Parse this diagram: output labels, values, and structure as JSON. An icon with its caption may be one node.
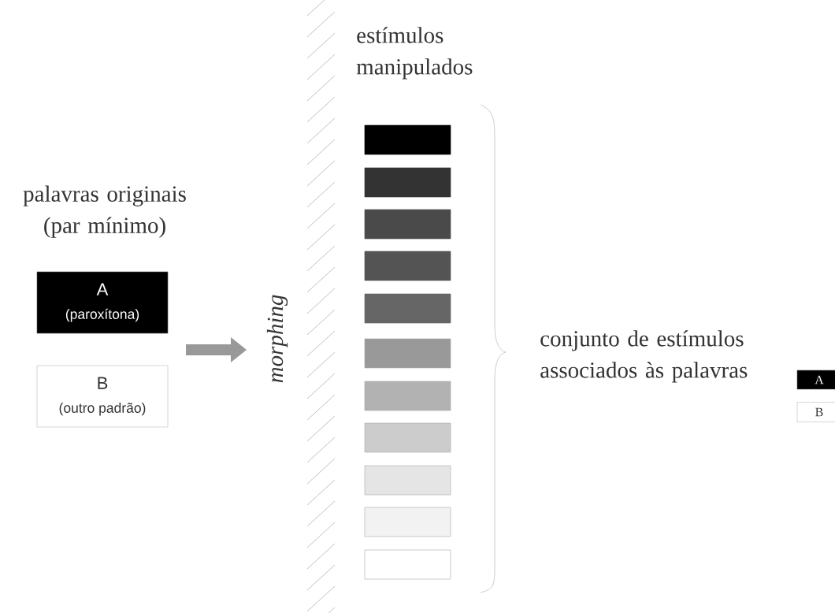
{
  "diagram": {
    "nodes": [
      {
        "text": [
          "A",
          "(paroxítona)"
        ]
      },
      {
        "text": [
          "B",
          "(outro padrão)"
        ]
      },
      {
        "text": [],
        "shape": "bar"
      },
      {
        "text": [],
        "shape": "bar"
      },
      {
        "text": [],
        "shape": "bar"
      },
      {
        "text": [],
        "shape": "bar"
      },
      {
        "text": [],
        "shape": "bar"
      },
      {
        "text": [],
        "shape": "bar"
      },
      {
        "text": [],
        "shape": "bar"
      },
      {
        "text": [],
        "shape": "bar"
      },
      {
        "text": [],
        "shape": "bar"
      },
      {
        "text": [],
        "shape": "bar"
      },
      {
        "text": [],
        "shape": "bar"
      },
      {
        "text": [
          "A"
        ]
      },
      {
        "text": [
          "B"
        ]
      }
    ],
    "labels": [
      "palavras originais (par mínimo)",
      "morphing",
      "estímulos manipulados",
      "conjunto de estímulos associados às palavras"
    ]
  }
}
